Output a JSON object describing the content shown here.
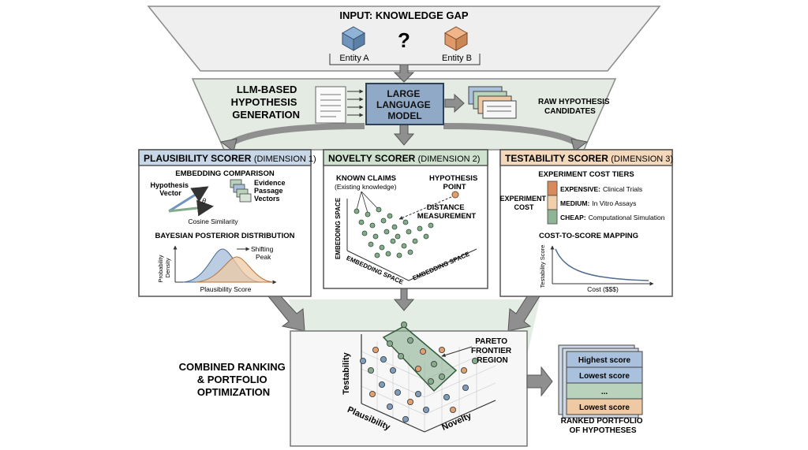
{
  "input": {
    "title": "INPUT: KNOWLEDGE GAP",
    "entity_a": "Entity A",
    "entity_b": "Entity B",
    "question_mark": "?"
  },
  "generation": {
    "label_lines": [
      "LLM-BASED",
      "HYPOTHESIS",
      "GENERATION"
    ],
    "llm_lines": [
      "LARGE",
      "LANGUAGE",
      "MODEL"
    ],
    "output_lines": [
      "RAW HYPOTHESIS",
      "CANDIDATES"
    ]
  },
  "plausibility": {
    "title": "PLAUSIBILITY SCORER",
    "dimension": "(DIMENSION 1)",
    "embedding_heading": "EMBEDDING COMPARISON",
    "hypothesis_vector": [
      "Hypothesis",
      "Vector"
    ],
    "evidence_vectors": [
      "Evidence",
      "Passage",
      "Vectors"
    ],
    "theta": "θ",
    "cosine": "Cosine Similarity",
    "bayes_heading": "BAYESIAN POSTERIOR DISTRIBUTION",
    "y_axis": [
      "Probability",
      "Density"
    ],
    "shifting_peak": [
      "Shifting",
      "Peak"
    ],
    "x_axis": "Plausibility Score"
  },
  "novelty": {
    "title": "NOVELTY SCORER",
    "dimension": "(DIMENSION 2)",
    "known_claims": "KNOWN CLAIMS",
    "existing_knowledge": "(Existing knowledge)",
    "hypothesis_point": [
      "HYPOTHESIS",
      "POINT"
    ],
    "distance_measurement": [
      "DISTANCE",
      "MEASUREMENT"
    ],
    "axis_vertical": "EMBEDDING SPACE",
    "axis_bottom": "EMBEDDING SPACE",
    "axis_right": "EMBEDDING SPACE"
  },
  "testability": {
    "title": "TESTABILITY SCORER",
    "dimension": "(DIMENSION 3)",
    "tiers_heading": "EXPERIMENT COST TIERS",
    "experiment_cost": [
      "EXPERIMENT",
      "COST"
    ],
    "tiers": [
      {
        "level": "EXPENSIVE:",
        "desc": "Clinical Trials",
        "color": "#d88a5c"
      },
      {
        "level": "MEDIUM:",
        "desc": "In Vitro Assays",
        "color": "#f1cfaa"
      },
      {
        "level": "CHEAP:",
        "desc": "Computational Simulation",
        "color": "#8fb596"
      }
    ],
    "mapping_heading": "COST-TO-SCORE MAPPING",
    "y_axis": "Testability Score",
    "x_axis": "Cost ($$$)"
  },
  "combined": {
    "label_lines": [
      "COMBINED RANKING",
      "& PORTFOLIO",
      "OPTIMIZATION"
    ],
    "pareto": [
      "PARETO",
      "FRONTIER",
      "REGION"
    ],
    "axis_testability": "Testability",
    "axis_plausibility": "Plausibility",
    "axis_novelty": "Novelty"
  },
  "portfolio": {
    "cards": [
      {
        "label": "Highest score",
        "color": "#a9c1dc"
      },
      {
        "label": "Lowest score",
        "color": "#a9c1dc"
      },
      {
        "label": "...",
        "color": "#b8d2bc"
      },
      {
        "label": "Lowest score",
        "color": "#efc9a4"
      }
    ],
    "caption": [
      "RANKED PORTFOLIO",
      "OF HYPOTHESES"
    ]
  },
  "colors": {
    "plausibility_header": "#c8d7e8",
    "novelty_header": "#cfe2cf",
    "testability_header": "#f4d8bc",
    "blue": "#7e9cbc",
    "orange": "#e0a070",
    "green": "#84ab8a"
  }
}
